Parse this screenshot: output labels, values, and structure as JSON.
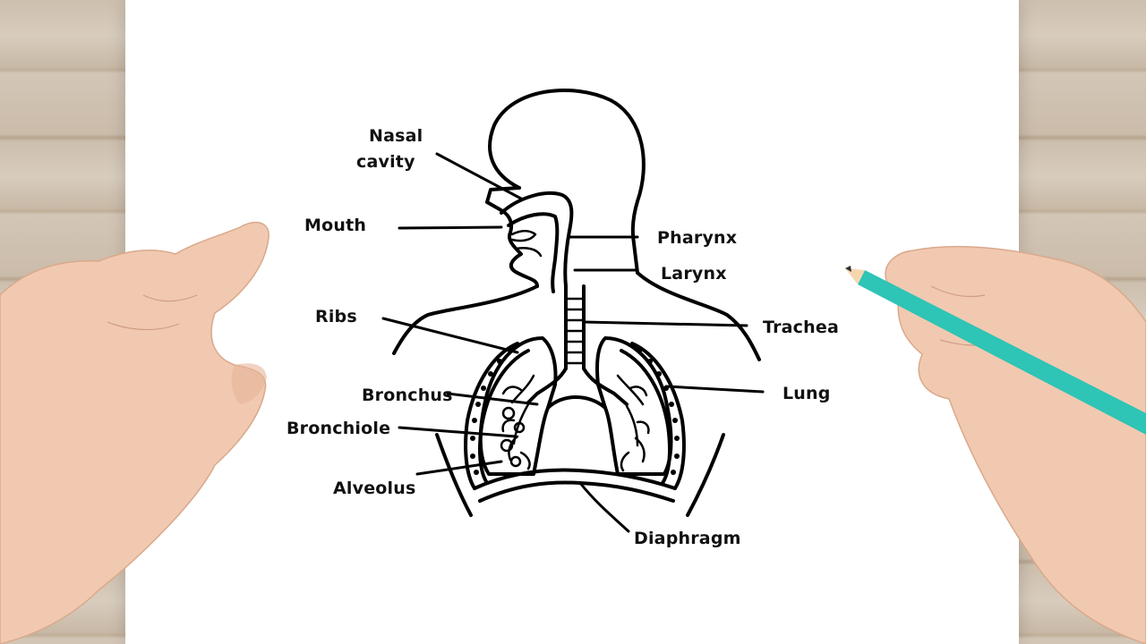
{
  "diagram": {
    "labels": {
      "nasal_cavity_line1": "Nasal",
      "nasal_cavity_line2": "cavity",
      "mouth": "Mouth",
      "pharynx": "Pharynx",
      "larynx": "Larynx",
      "ribs": "Ribs",
      "trachea": "Trachea",
      "bronchus": "Bronchus",
      "lung": "Lung",
      "bronchiole": "Bronchiole",
      "alveolus": "Alveolus",
      "diaphragm": "Diaphragm"
    }
  },
  "colors": {
    "paper": "#ffffff",
    "ink": "#000000",
    "pencil": "#2ec4b6",
    "skin": "#f1c9b0"
  },
  "icons": {
    "left_hand": "hand-icon",
    "right_hand": "hand-holding-pencil-icon",
    "pencil": "pencil-icon"
  }
}
